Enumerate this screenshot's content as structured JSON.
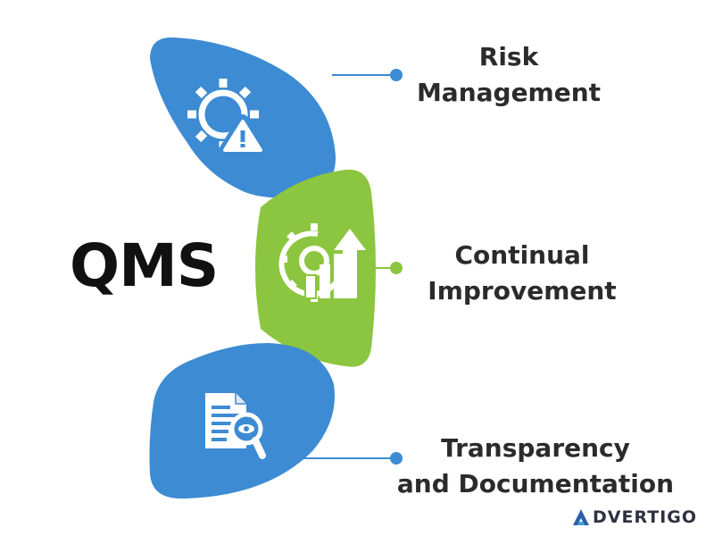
{
  "center_title": "QMS",
  "segments": [
    {
      "id": "risk",
      "title_lines": [
        "Risk",
        "Management"
      ],
      "icon": "gear-warning-icon",
      "color": "#3d8bd3"
    },
    {
      "id": "improvement",
      "title_lines": [
        "Continual",
        "Improvement"
      ],
      "icon": "gear-bar-chart-arrow-icon",
      "color": "#8cc540"
    },
    {
      "id": "transparency",
      "title_lines": [
        "Transparency",
        "and Documentation"
      ],
      "icon": "document-magnifier-icon",
      "color": "#3d8bd3"
    }
  ],
  "connector_color": "#3d8bd3",
  "watermark": {
    "text": "DVERTIGO",
    "logo": "advertigo-a-logo-icon"
  }
}
